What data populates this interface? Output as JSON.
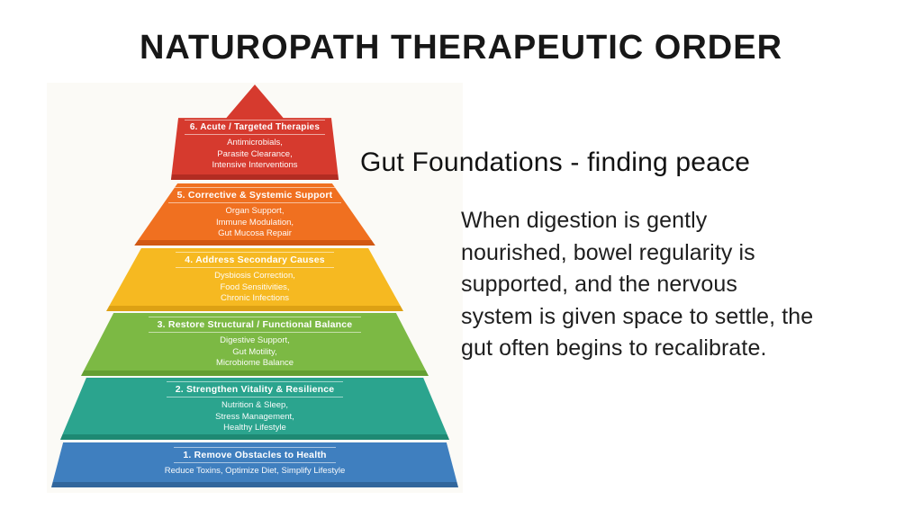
{
  "title": "NATUROPATH THERAPEUTIC ORDER",
  "pyramid": {
    "tiers": [
      {
        "title": "6. Acute / Targeted Therapies",
        "lines": [
          "Antimicrobials,",
          "Parasite Clearance,",
          "Intensive Interventions"
        ],
        "color": "#d63a2e",
        "edge": "#b22c22"
      },
      {
        "title": "5. Corrective & Systemic Support",
        "lines": [
          "Organ Support,",
          "Immune Modulation,",
          "Gut Mucosa Repair"
        ],
        "color": "#f07020",
        "edge": "#d15813"
      },
      {
        "title": "4. Address Secondary Causes",
        "lines": [
          "Dysbiosis Correction,",
          "Food Sensitivities,",
          "Chronic Infections"
        ],
        "color": "#f6b921",
        "edge": "#dda114"
      },
      {
        "title": "3. Restore Structural / Functional Balance",
        "lines": [
          "Digestive Support,",
          "Gut Motility,",
          "Microbiome Balance"
        ],
        "color": "#7cb944",
        "edge": "#659f33"
      },
      {
        "title": "2. Strengthen Vitality & Resilience",
        "lines": [
          "Nutrition & Sleep,",
          "Stress Management,",
          "Healthy Lifestyle"
        ],
        "color": "#2ba48e",
        "edge": "#1e8973"
      },
      {
        "title": "1. Remove Obstacles to Health",
        "lines": [
          "Reduce Toxins, Optimize Diet, Simplify Lifestyle"
        ],
        "color": "#3f7fbf",
        "edge": "#31669c"
      }
    ]
  },
  "aside": {
    "heading": "Gut Foundations - finding peace",
    "body": "When digestion is gently nourished, bowel regularity is supported, and the nervous system is given space to settle, the gut often begins to recalibrate."
  }
}
